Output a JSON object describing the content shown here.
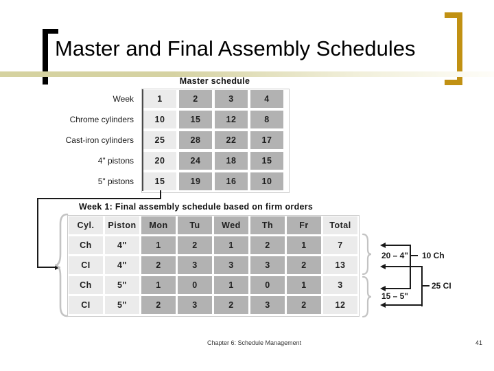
{
  "title": "Master and Final Assembly Schedules",
  "master_schedule": {
    "title": "Master schedule",
    "row_labels": [
      "Week",
      "Chrome cylinders",
      "Cast-iron cylinders",
      "4\" pistons",
      "5\" pistons"
    ],
    "rows": [
      [
        "1",
        "2",
        "3",
        "4"
      ],
      [
        "10",
        "15",
        "12",
        "8"
      ],
      [
        "25",
        "28",
        "22",
        "17"
      ],
      [
        "20",
        "24",
        "18",
        "15"
      ],
      [
        "15",
        "19",
        "16",
        "10"
      ]
    ]
  },
  "final_schedule": {
    "title": "Week 1: Final assembly schedule based on firm orders",
    "headers": [
      "Cyl.",
      "Piston",
      "Mon",
      "Tu",
      "Wed",
      "Th",
      "Fr",
      "Total"
    ],
    "rows": [
      [
        "Ch",
        "4\"",
        "1",
        "2",
        "1",
        "2",
        "1",
        "7"
      ],
      [
        "CI",
        "4\"",
        "2",
        "3",
        "3",
        "3",
        "2",
        "13"
      ],
      [
        "Ch",
        "5\"",
        "1",
        "0",
        "1",
        "0",
        "1",
        "3"
      ],
      [
        "CI",
        "5\"",
        "2",
        "3",
        "2",
        "3",
        "2",
        "12"
      ]
    ]
  },
  "annotations": {
    "four_inch_total": "20 – 4\"",
    "chrome_total": "10 Ch",
    "five_inch_total": "15 – 5\"",
    "cast_iron_total": "25 CI"
  },
  "footer": {
    "chapter": "Chapter 6: Schedule Management",
    "page": "41"
  },
  "colors": {
    "accent_gold": "#C19113",
    "band_tan": "#D5D2A0",
    "cell_light": "#EBEBEB",
    "cell_gray": "#B2B2B2"
  }
}
